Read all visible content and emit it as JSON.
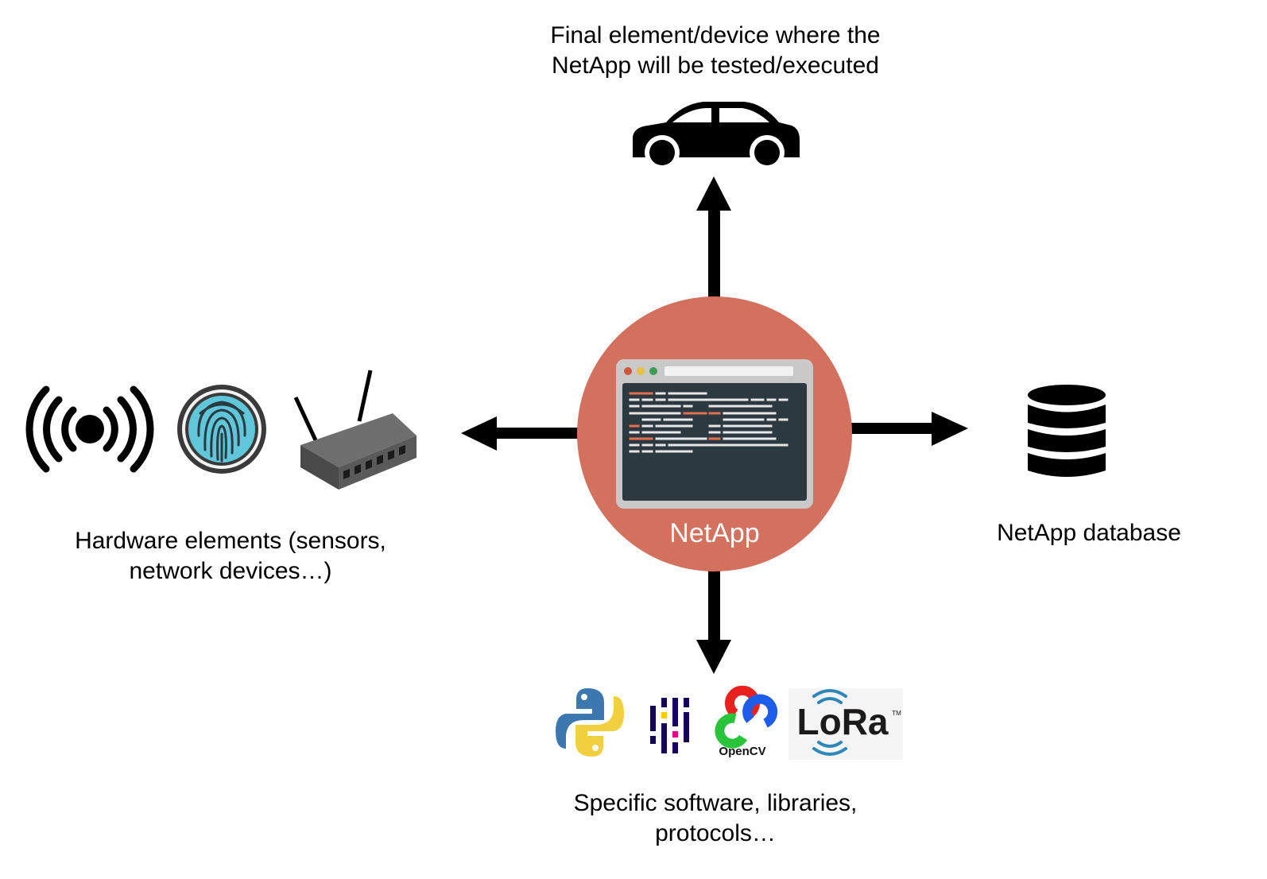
{
  "center": {
    "label": "NetApp",
    "circle_color": "#D4705E"
  },
  "top": {
    "caption": "Final element/device where the\nNetApp will be tested/executed",
    "icon": "car-icon"
  },
  "left": {
    "caption": "Hardware elements (sensors,\nnetwork devices…)",
    "icons": [
      "wireless-signal-icon",
      "fingerprint-icon",
      "router-icon"
    ]
  },
  "right": {
    "caption": "NetApp database",
    "icon": "database-icon"
  },
  "bottom": {
    "caption": "Specific software, libraries,\nprotocols…",
    "icons": [
      "python-logo",
      "pandas-logo",
      "opencv-logo",
      "lora-logo"
    ],
    "opencv_text": "OpenCV",
    "lora_text": "LoRa",
    "lora_tm": "TM"
  }
}
